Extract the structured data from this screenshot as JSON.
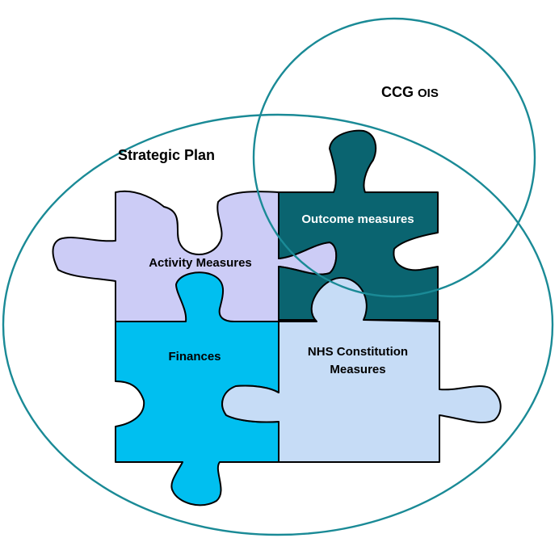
{
  "labels": {
    "strategic_plan": "Strategic Plan",
    "ccg_ois_main": "CCG ",
    "ccg_ois_small": "OIS",
    "activity_measures": "Activity Measures",
    "outcome_measures": "Outcome measures",
    "finances": "Finances",
    "nhs_constitution_line1": "NHS Constitution",
    "nhs_constitution_line2": "Measures"
  },
  "colors": {
    "activity_piece": "#ccccf6",
    "outcome_piece": "#0a6470",
    "finances_piece": "#00bff0",
    "nhs_piece": "#c6dcf6",
    "ring_stroke": "#1a8a96"
  }
}
